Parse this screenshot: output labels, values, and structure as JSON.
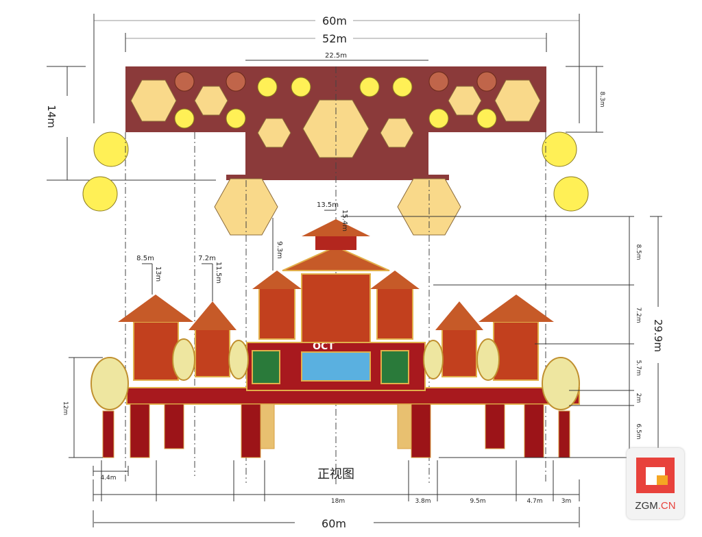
{
  "title": "正视图",
  "dimensions": {
    "top_width_total": "60m",
    "top_width_banner": "52m",
    "banner_center": "22.5m",
    "banner_height": "14m",
    "banner_right_height": "8.3m",
    "tower_top_width": "13.5m",
    "tower_top_height": "15.4m",
    "hex_drop": "9.3m",
    "left_lantern_width": "8.5m",
    "left_lantern_height": "13m",
    "second_lantern_width": "7.2m",
    "second_lantern_height": "11.5m",
    "right_segments": [
      "8.5m",
      "7.2m",
      "5.7m",
      "2m",
      "6.5m"
    ],
    "right_total": "29.9m",
    "left_small_lantern_height": "12m",
    "left_offset": "4.4m",
    "bottom_segments": [
      "18m",
      "3.8m",
      "9.5m",
      "4.7m",
      "3m"
    ],
    "bottom_total": "60m"
  },
  "sign_text": "OCT",
  "logo": {
    "brand": "ZGM",
    "suffix": ".CN"
  },
  "colors": {
    "banner": "#8B3A3A",
    "hex": "#F9D98A",
    "circle_yellow": "#FFF056",
    "circle_brown": "#C0654A",
    "lantern_red": "#A8191E"
  }
}
